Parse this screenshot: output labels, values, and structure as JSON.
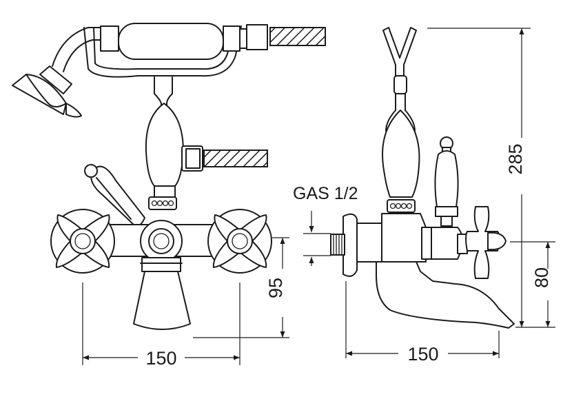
{
  "dimensions": {
    "front_width": "150",
    "front_height": "95",
    "side_depth": "150",
    "side_height_total": "285",
    "side_height_outlet": "80"
  },
  "labels": {
    "gas_thread": "GAS 1/2"
  },
  "colors": {
    "line": "#1a1a1a",
    "background": "#ffffff"
  }
}
